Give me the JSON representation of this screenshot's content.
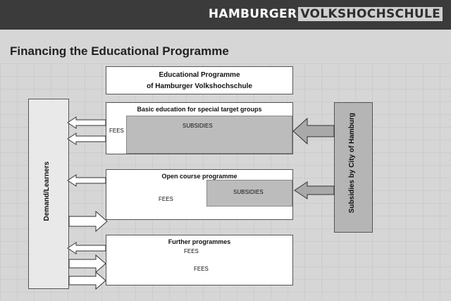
{
  "header": {
    "brand_part1": "HAMBURGER",
    "brand_part2": "VOLKSHOCHSCHULE"
  },
  "page_title": "Financing the Educational Programme",
  "diagram": {
    "top_box": {
      "line1": "Educational Programme",
      "line2": "of Hamburger Volkshochschule"
    },
    "programmes": [
      {
        "title": "Basic education for special target groups",
        "fees": "FEES",
        "subsidies": "SUBSIDIES"
      },
      {
        "title": "Open course programme",
        "fees": "FEES",
        "subsidies": "SUBSIDIES"
      },
      {
        "title": "Further programmes",
        "fees1": "FEES",
        "fees2": "FEES"
      }
    ],
    "left_label": "Demand/Learners",
    "right_label": "Subsidies by City of Hamburg",
    "colors": {
      "header": "#3b3b3b",
      "shade": "#bcbcbc",
      "arrow_fill": "#a9a9a9"
    }
  }
}
